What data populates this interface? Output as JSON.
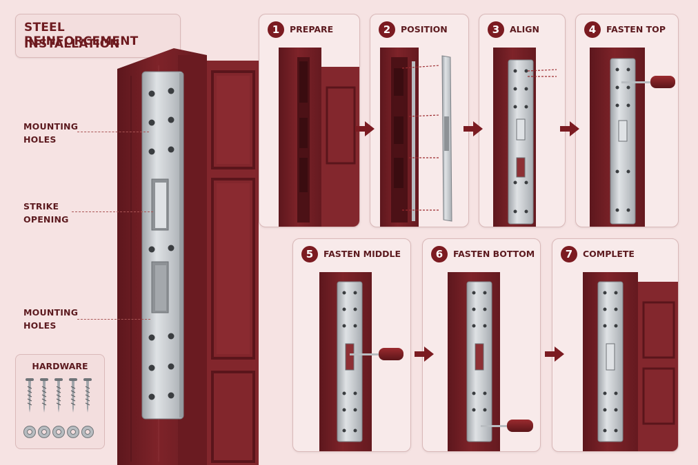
{
  "title": {
    "line1": "STEEL REINFORCEMENT",
    "line2": "INSTALLATION"
  },
  "callouts": [
    {
      "line1": "MOUNTING",
      "line2": "HOLES"
    },
    {
      "line1": "STRIKE",
      "line2": "OPENING"
    },
    {
      "line1": "MOUNTING",
      "line2": "HOLES"
    }
  ],
  "hardware": {
    "title": "HARDWARE",
    "screw_count": 5,
    "washer_count": 5
  },
  "steps": [
    {
      "number": "1",
      "label": "PREPARE"
    },
    {
      "number": "2",
      "label": "POSITION"
    },
    {
      "number": "3",
      "label": "ALIGN"
    },
    {
      "number": "4",
      "label": "FASTEN TOP"
    },
    {
      "number": "5",
      "label": "FASTEN MIDDLE"
    },
    {
      "number": "6",
      "label": "FASTEN BOTTOM"
    },
    {
      "number": "7",
      "label": "COMPLETE"
    }
  ],
  "colors": {
    "door": "#7a2027",
    "door_dark": "#5a161c",
    "steel": "#c9cdd1",
    "accent": "#7b1b21",
    "background": "#f6e3e3"
  }
}
